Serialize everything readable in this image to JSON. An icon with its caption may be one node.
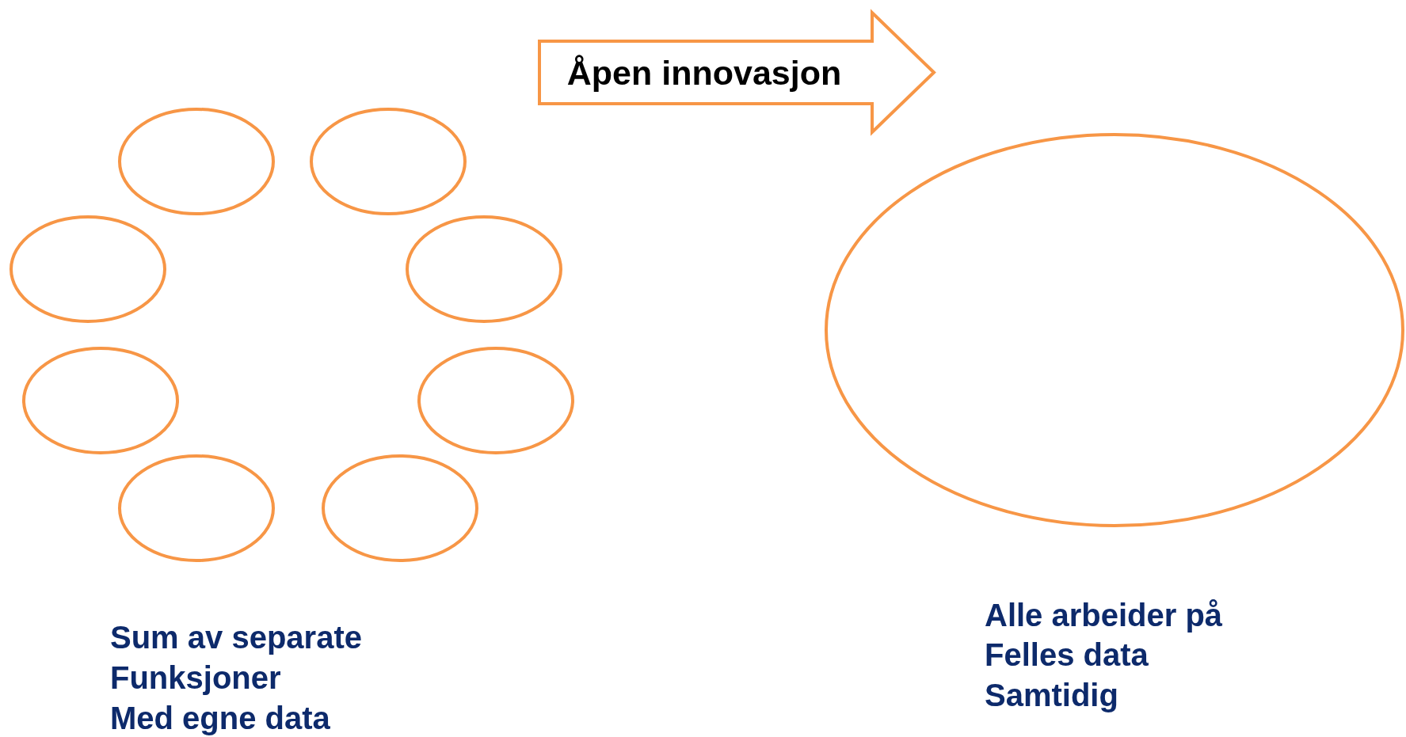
{
  "diagram": {
    "nodes": [
      {
        "text": [
          "Åpen innovasjon"
        ]
      },
      {
        "text": [],
        "shape": "ellipse"
      },
      {
        "text": [],
        "shape": "ellipse"
      },
      {
        "text": [],
        "shape": "ellipse"
      },
      {
        "text": [],
        "shape": "ellipse"
      },
      {
        "text": [],
        "shape": "ellipse"
      },
      {
        "text": [],
        "shape": "ellipse"
      },
      {
        "text": [],
        "shape": "ellipse"
      },
      {
        "text": [],
        "shape": "ellipse"
      },
      {
        "text": [],
        "shape": "ellipse"
      }
    ],
    "labels": [
      "Alle arbeider på",
      "Felles data",
      "Samtidig",
      "Sum av separate",
      "Funksjoner",
      "Med egne data"
    ]
  }
}
